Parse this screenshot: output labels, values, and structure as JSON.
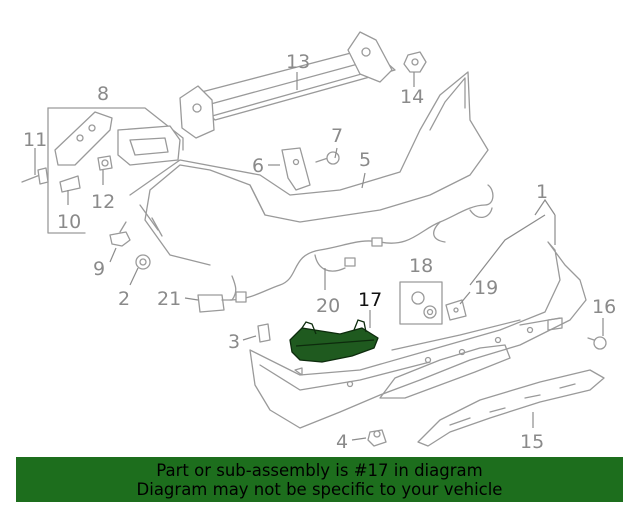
{
  "callouts": {
    "c1": "1",
    "c2": "2",
    "c3": "3",
    "c4": "4",
    "c5": "5",
    "c6": "6",
    "c7": "7",
    "c8": "8",
    "c9": "9",
    "c10": "10",
    "c11": "11",
    "c12": "12",
    "c13": "13",
    "c14": "14",
    "c15": "15",
    "c16": "16",
    "c17": "17",
    "c18": "18",
    "c19": "19",
    "c20": "20",
    "c21": "21"
  },
  "highlighted_part": "17",
  "colors": {
    "highlight": "#1f5a1f",
    "banner": "#1d6e1d",
    "part_lines": "#9a9a9a"
  },
  "banner": {
    "line1": "Part or sub-assembly is #17 in diagram",
    "line2": "Diagram may not be specific to your vehicle"
  }
}
